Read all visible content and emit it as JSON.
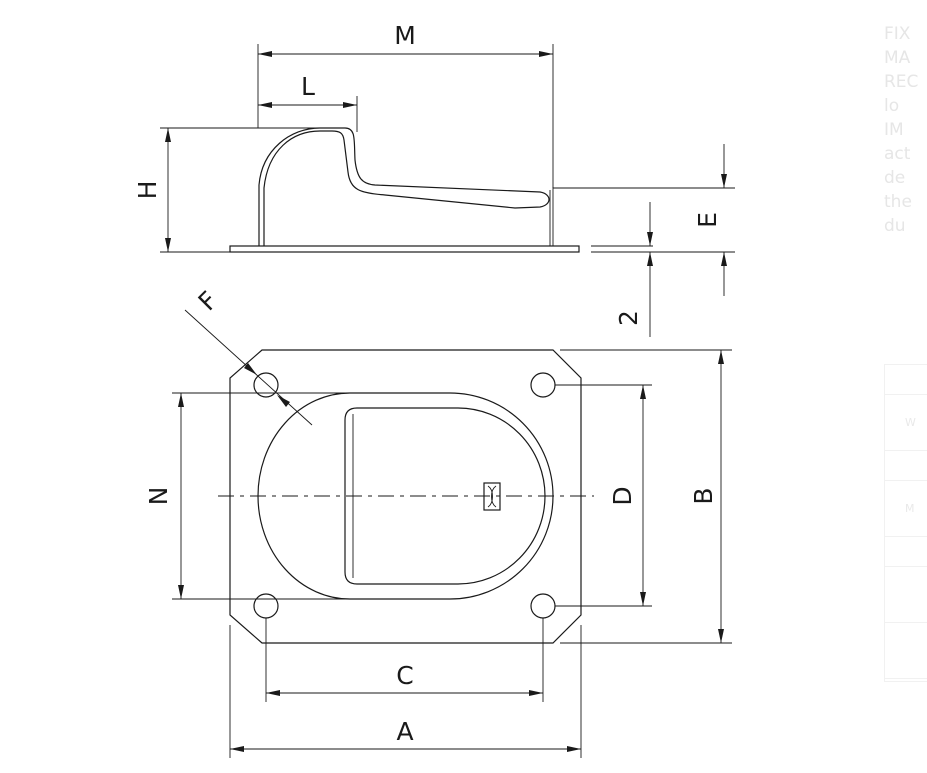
{
  "dimensions": {
    "M": "M",
    "L": "L",
    "H": "H",
    "E": "E",
    "two": "2",
    "F": "F",
    "N": "N",
    "D": "D",
    "B": "B",
    "C": "C",
    "A": "A"
  },
  "side_text": {
    "lines": [
      "FIX",
      "MA",
      "REC",
      "lo",
      "IM",
      "act",
      "de",
      "the",
      "du"
    ]
  },
  "side_table": {
    "rows": [
      "",
      "W",
      "",
      "M",
      "",
      "",
      ""
    ]
  },
  "colors": {
    "line": "#1a1a1a",
    "faded_text": "#e6e6e6",
    "background": "#ffffff"
  }
}
